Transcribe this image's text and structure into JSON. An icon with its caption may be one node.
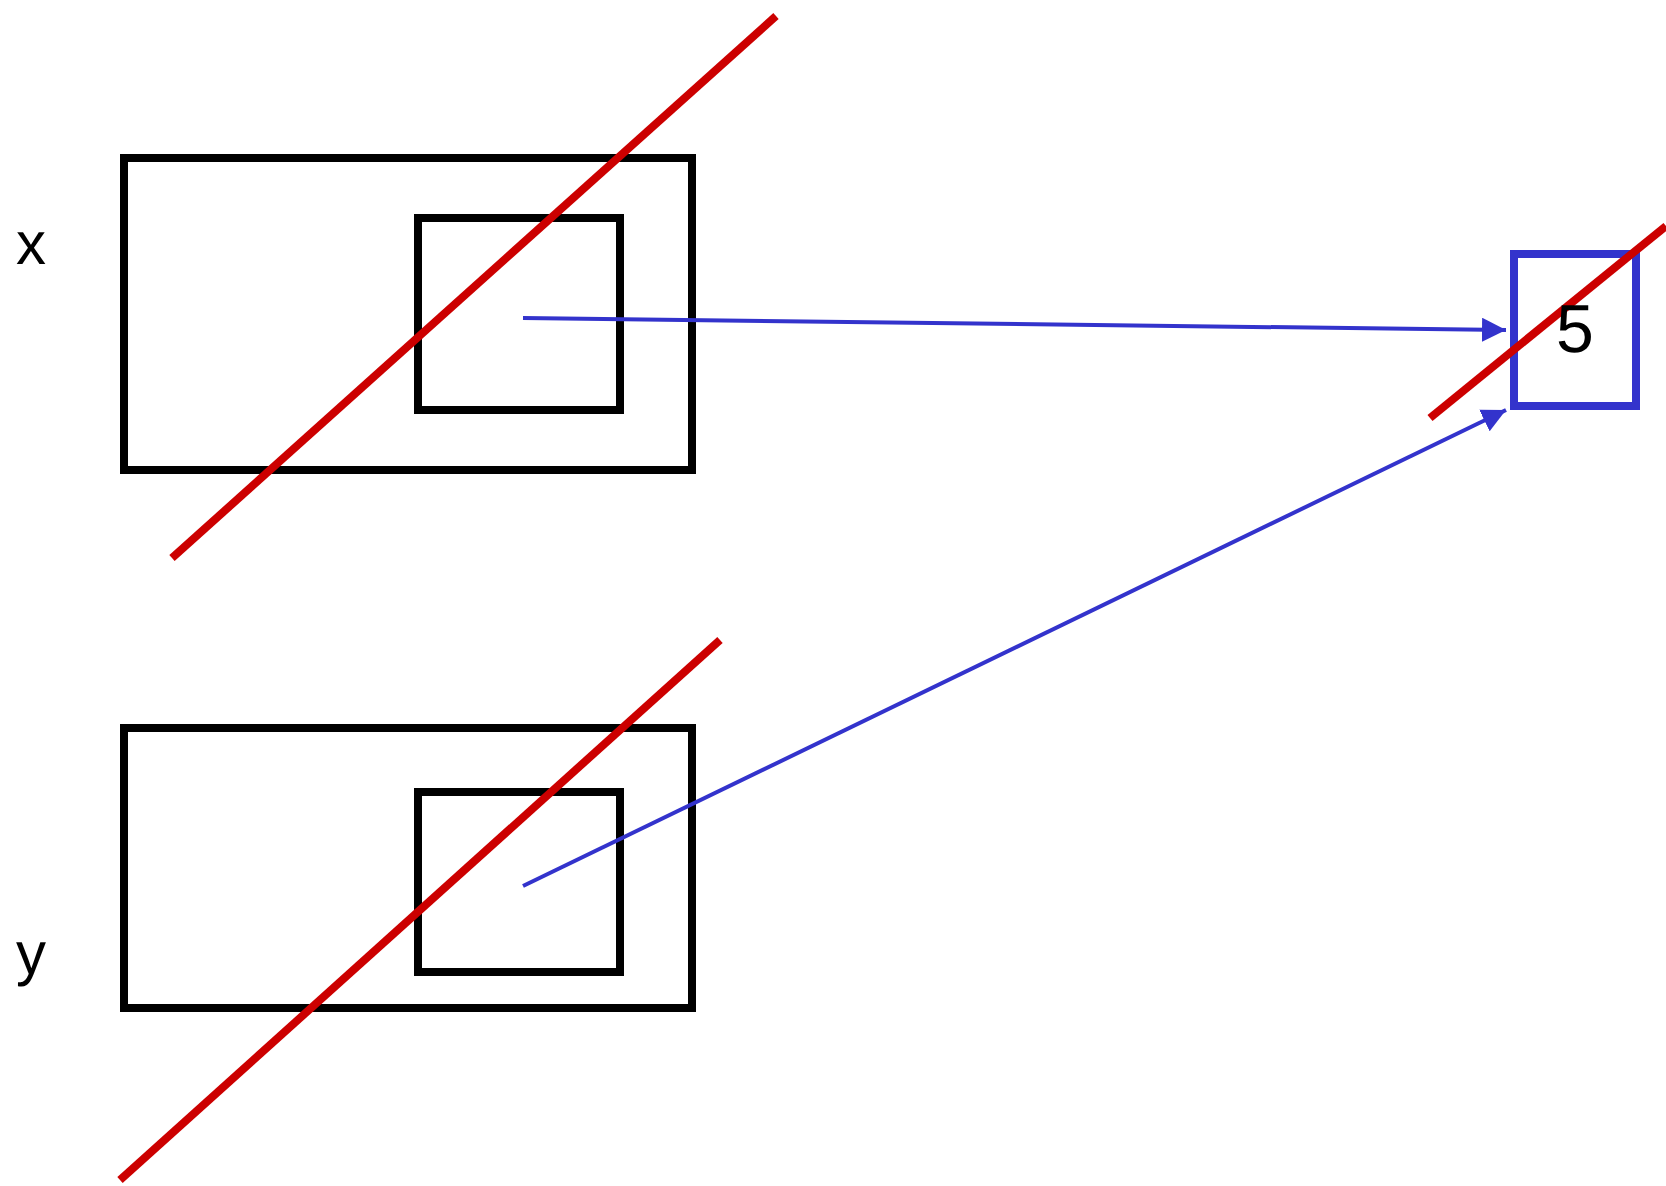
{
  "diagram": {
    "nodes": [
      {
        "text": [],
        "shape": "box",
        "beside": [
          "x"
        ]
      },
      {
        "text": [],
        "shape": "box",
        "in": 0
      },
      {
        "text": [],
        "shape": "box",
        "beside": [
          "y"
        ]
      },
      {
        "text": [],
        "shape": "box",
        "in": 2
      },
      {
        "text": [
          "5"
        ]
      }
    ],
    "edges": [
      {
        "from": 1,
        "to": 4,
        "arrow": "to"
      },
      {
        "from": 3,
        "to": 4,
        "arrow": "to"
      }
    ]
  }
}
